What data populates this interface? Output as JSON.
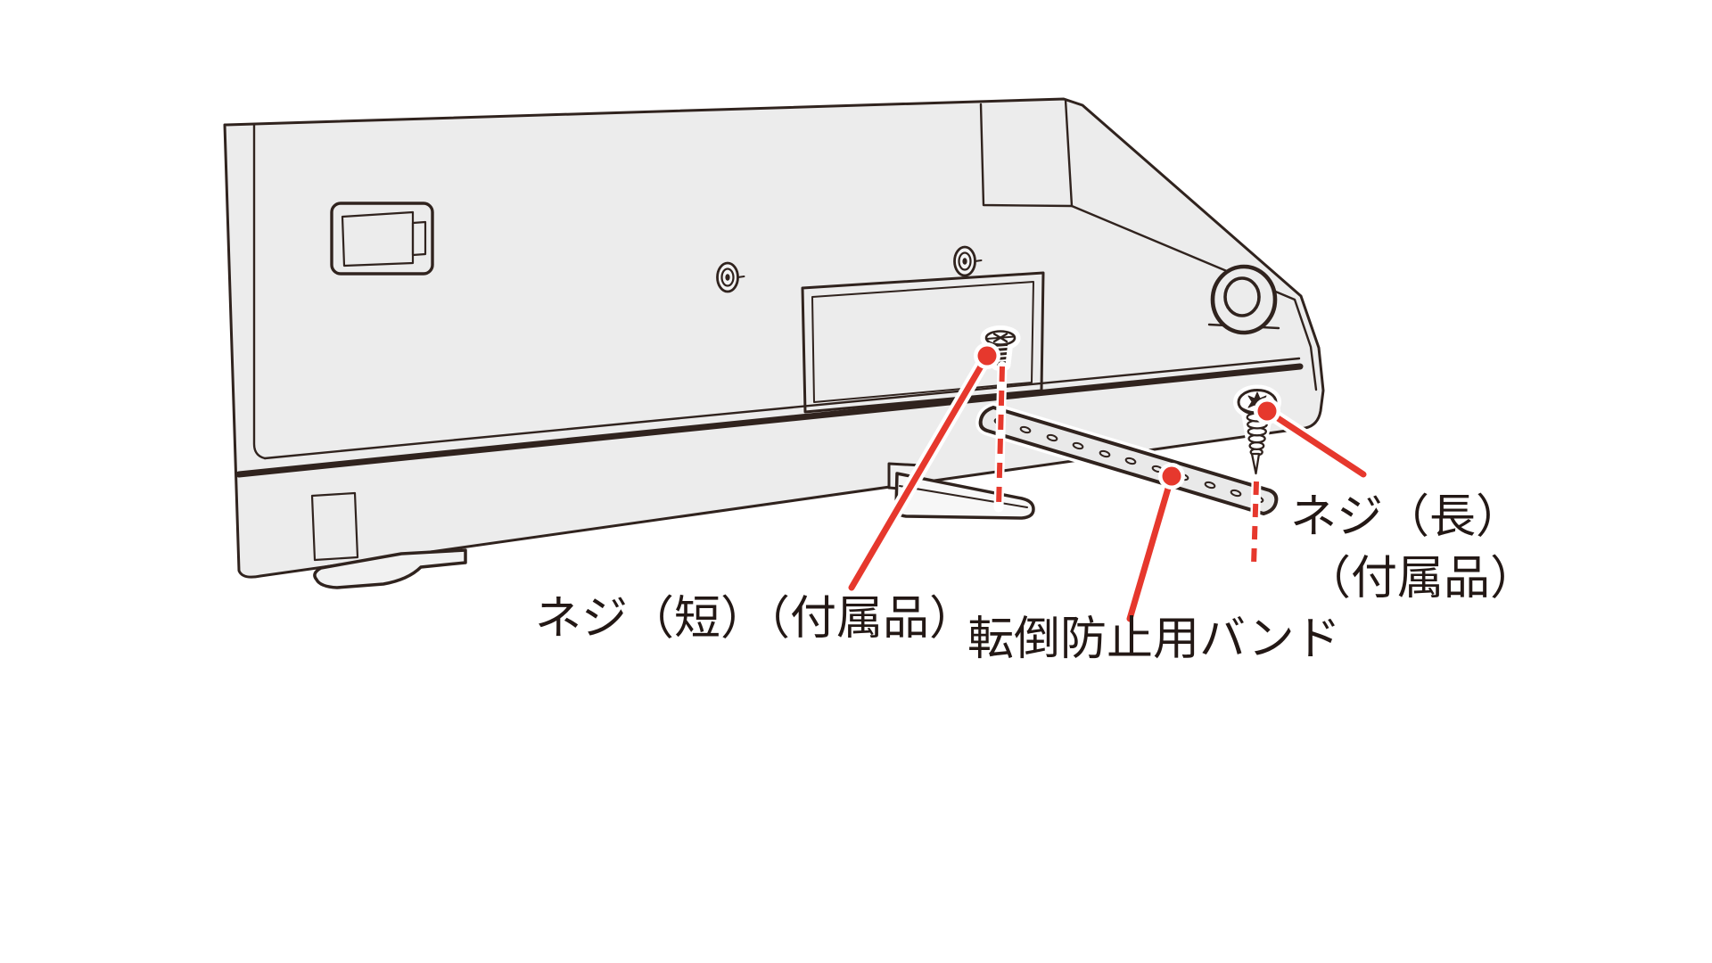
{
  "figure": {
    "type": "manual-illustration",
    "subject": "TV rear panel anti-tip band installation",
    "background_color": "#ffffff",
    "outline_color": "#30231e",
    "panel_color": "#ececec",
    "accent_red": "#e6382d",
    "text_color": "#231815"
  },
  "labels": {
    "screw_short": "ネジ（短）（付属品）",
    "band": "転倒防止用バンド",
    "screw_long_line1": "ネジ（長）",
    "screw_long_line2": "（付属品）"
  }
}
